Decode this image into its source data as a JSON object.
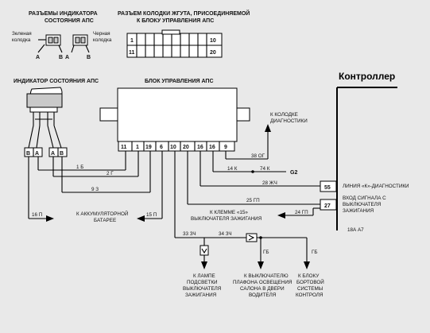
{
  "connectors_title_line1": "РАЗЪЕМЫ ИНДИКАТОРА",
  "connectors_title_line2": "СОСТОЯНИЯ АПС",
  "green_block_line1": "Зеленая",
  "green_block_line2": "колодка",
  "black_block_line1": "Черная",
  "black_block_line2": "колодка",
  "pin_a": "A",
  "pin_b": "B",
  "harness_title_line1": "РАЗЪЕМ КОЛОДКИ ЖГУТА, ПРИСОЕДИНЯЕМОЙ",
  "harness_title_line2": "К БЛОКУ УПРАВЛЕНИЯ АПС",
  "harness_pins": [
    "1",
    "10",
    "11",
    "20"
  ],
  "indicator_title": "ИНДИКАТОР СОСТОЯНИЯ АПС",
  "ecu_title": "БЛОК УПРАВЛЕНИЯ АПС",
  "controller_title": "Контроллер",
  "ecu_pins": [
    "11",
    "1",
    "19",
    "6",
    "10",
    "20",
    "16",
    "16",
    "9"
  ],
  "to_diag_line1": "К КОЛОДКЕ",
  "to_diag_line2": "ДИАГНОСТИКИ",
  "wires": {
    "w38": "38 ОГ",
    "w14": "14 К",
    "w74": "74 К",
    "g2": "G2",
    "w28": "28 ЖЧ",
    "w1": "1 Б",
    "w2": "2 Г",
    "w9": "9 З",
    "w25": "25 ГП",
    "w16": "16 П",
    "w15": "15 П",
    "w24": "24 ГП",
    "w33": "33 ЗЧ",
    "w34": "34 ЗЧ",
    "gb1": "ГБ",
    "gb2": "ГБ"
  },
  "pin55": "55",
  "pin27": "27",
  "k_line_label": "ЛИНИЯ «К»-ДИАГНОСТИКИ",
  "ign_input_line1": "ВХОД СИГНАЛА С",
  "ign_input_line2": "ВЫКЛЮЧАТЕЛЯ",
  "ign_input_line3": "ЗАЖИГАНИЯ",
  "battery_line1": "К АККУМУЛЯТОРНОЙ",
  "battery_line2": "БАТАРЕЕ",
  "terminal15_line1": "К КЛЕММЕ «15»",
  "terminal15_line2": "ВЫКЛЮЧАТЕЛЯ ЗАЖИГАНИЯ",
  "figure_code": "18А А7",
  "lamp_label": [
    "К ЛАМПЕ",
    "ПОДСВЕТКИ",
    "ВЫКЛЮЧАТЕЛЯ",
    "ЗАЖИГАНИЯ"
  ],
  "switch_label": [
    "К ВЫКЛЮЧАТЕЛЮ",
    "ПЛАФОНА ОСВЕЩЕНИЯ",
    "САЛОНА В ДВЕРИ",
    "ВОДИТЕЛЯ"
  ],
  "bcs_label": [
    "К БЛОКУ",
    "БОРТОВОЙ",
    "СИСТЕМЫ",
    "КОНТРОЛЯ"
  ]
}
